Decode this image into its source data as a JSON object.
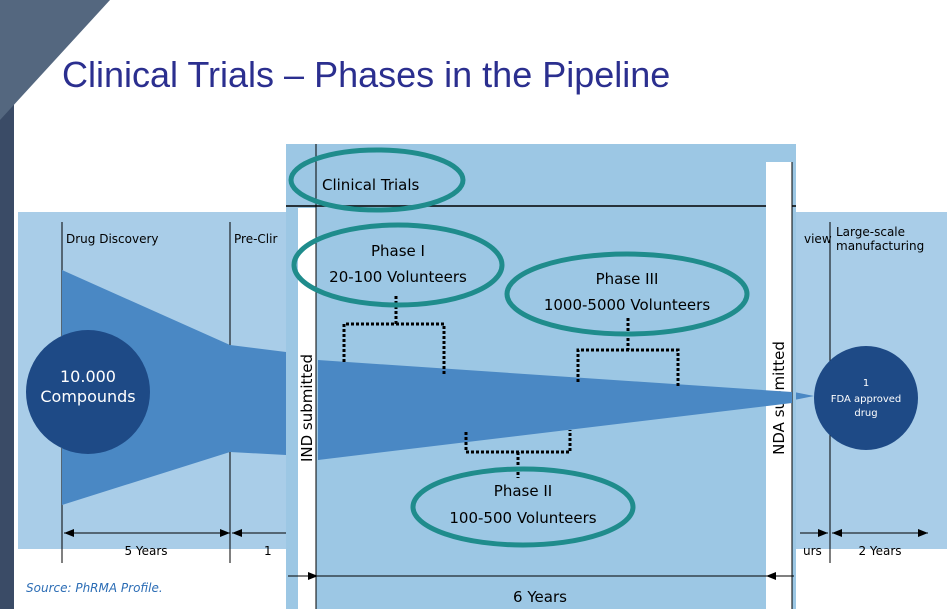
{
  "slide": {
    "title": "Clinical Trials – Phases in the Pipeline",
    "source": "Source: PhRMA Profile."
  },
  "diagram": {
    "stages": {
      "drug_discovery": "Drug Discovery",
      "pre_clinical": "Pre-Clir",
      "clinical_trials": "Clinical Trials",
      "review": "view",
      "manufacturing": [
        "Large-scale",
        "manufacturing"
      ]
    },
    "milestones": {
      "ind": "IND submitted",
      "nda": "NDA submitted"
    },
    "phases": {
      "phase1": {
        "name": "Phase I",
        "volunteers": "20-100 Volunteers"
      },
      "phase2": {
        "name": "Phase II",
        "volunteers": "100-500 Volunteers"
      },
      "phase3": {
        "name": "Phase III",
        "volunteers": "1000-5000 Volunteers"
      }
    },
    "start": {
      "count": "10.000",
      "label": "Compounds"
    },
    "end": {
      "count": "1",
      "line1": "FDA approved",
      "line2": "drug"
    },
    "durations": {
      "discovery": "5 Years",
      "preclinical_partial": "1",
      "review_partial": "urs",
      "manufacturing": "2 Years",
      "clinical": "6 Years"
    }
  },
  "colors": {
    "title": "#2b2f8f",
    "band": "#a9cde8",
    "panel": "#9cc7e4",
    "funnel": "#4a88c4",
    "circle": "#1e4a86",
    "oval": "#1f8c8c",
    "source": "#2c6db5"
  }
}
